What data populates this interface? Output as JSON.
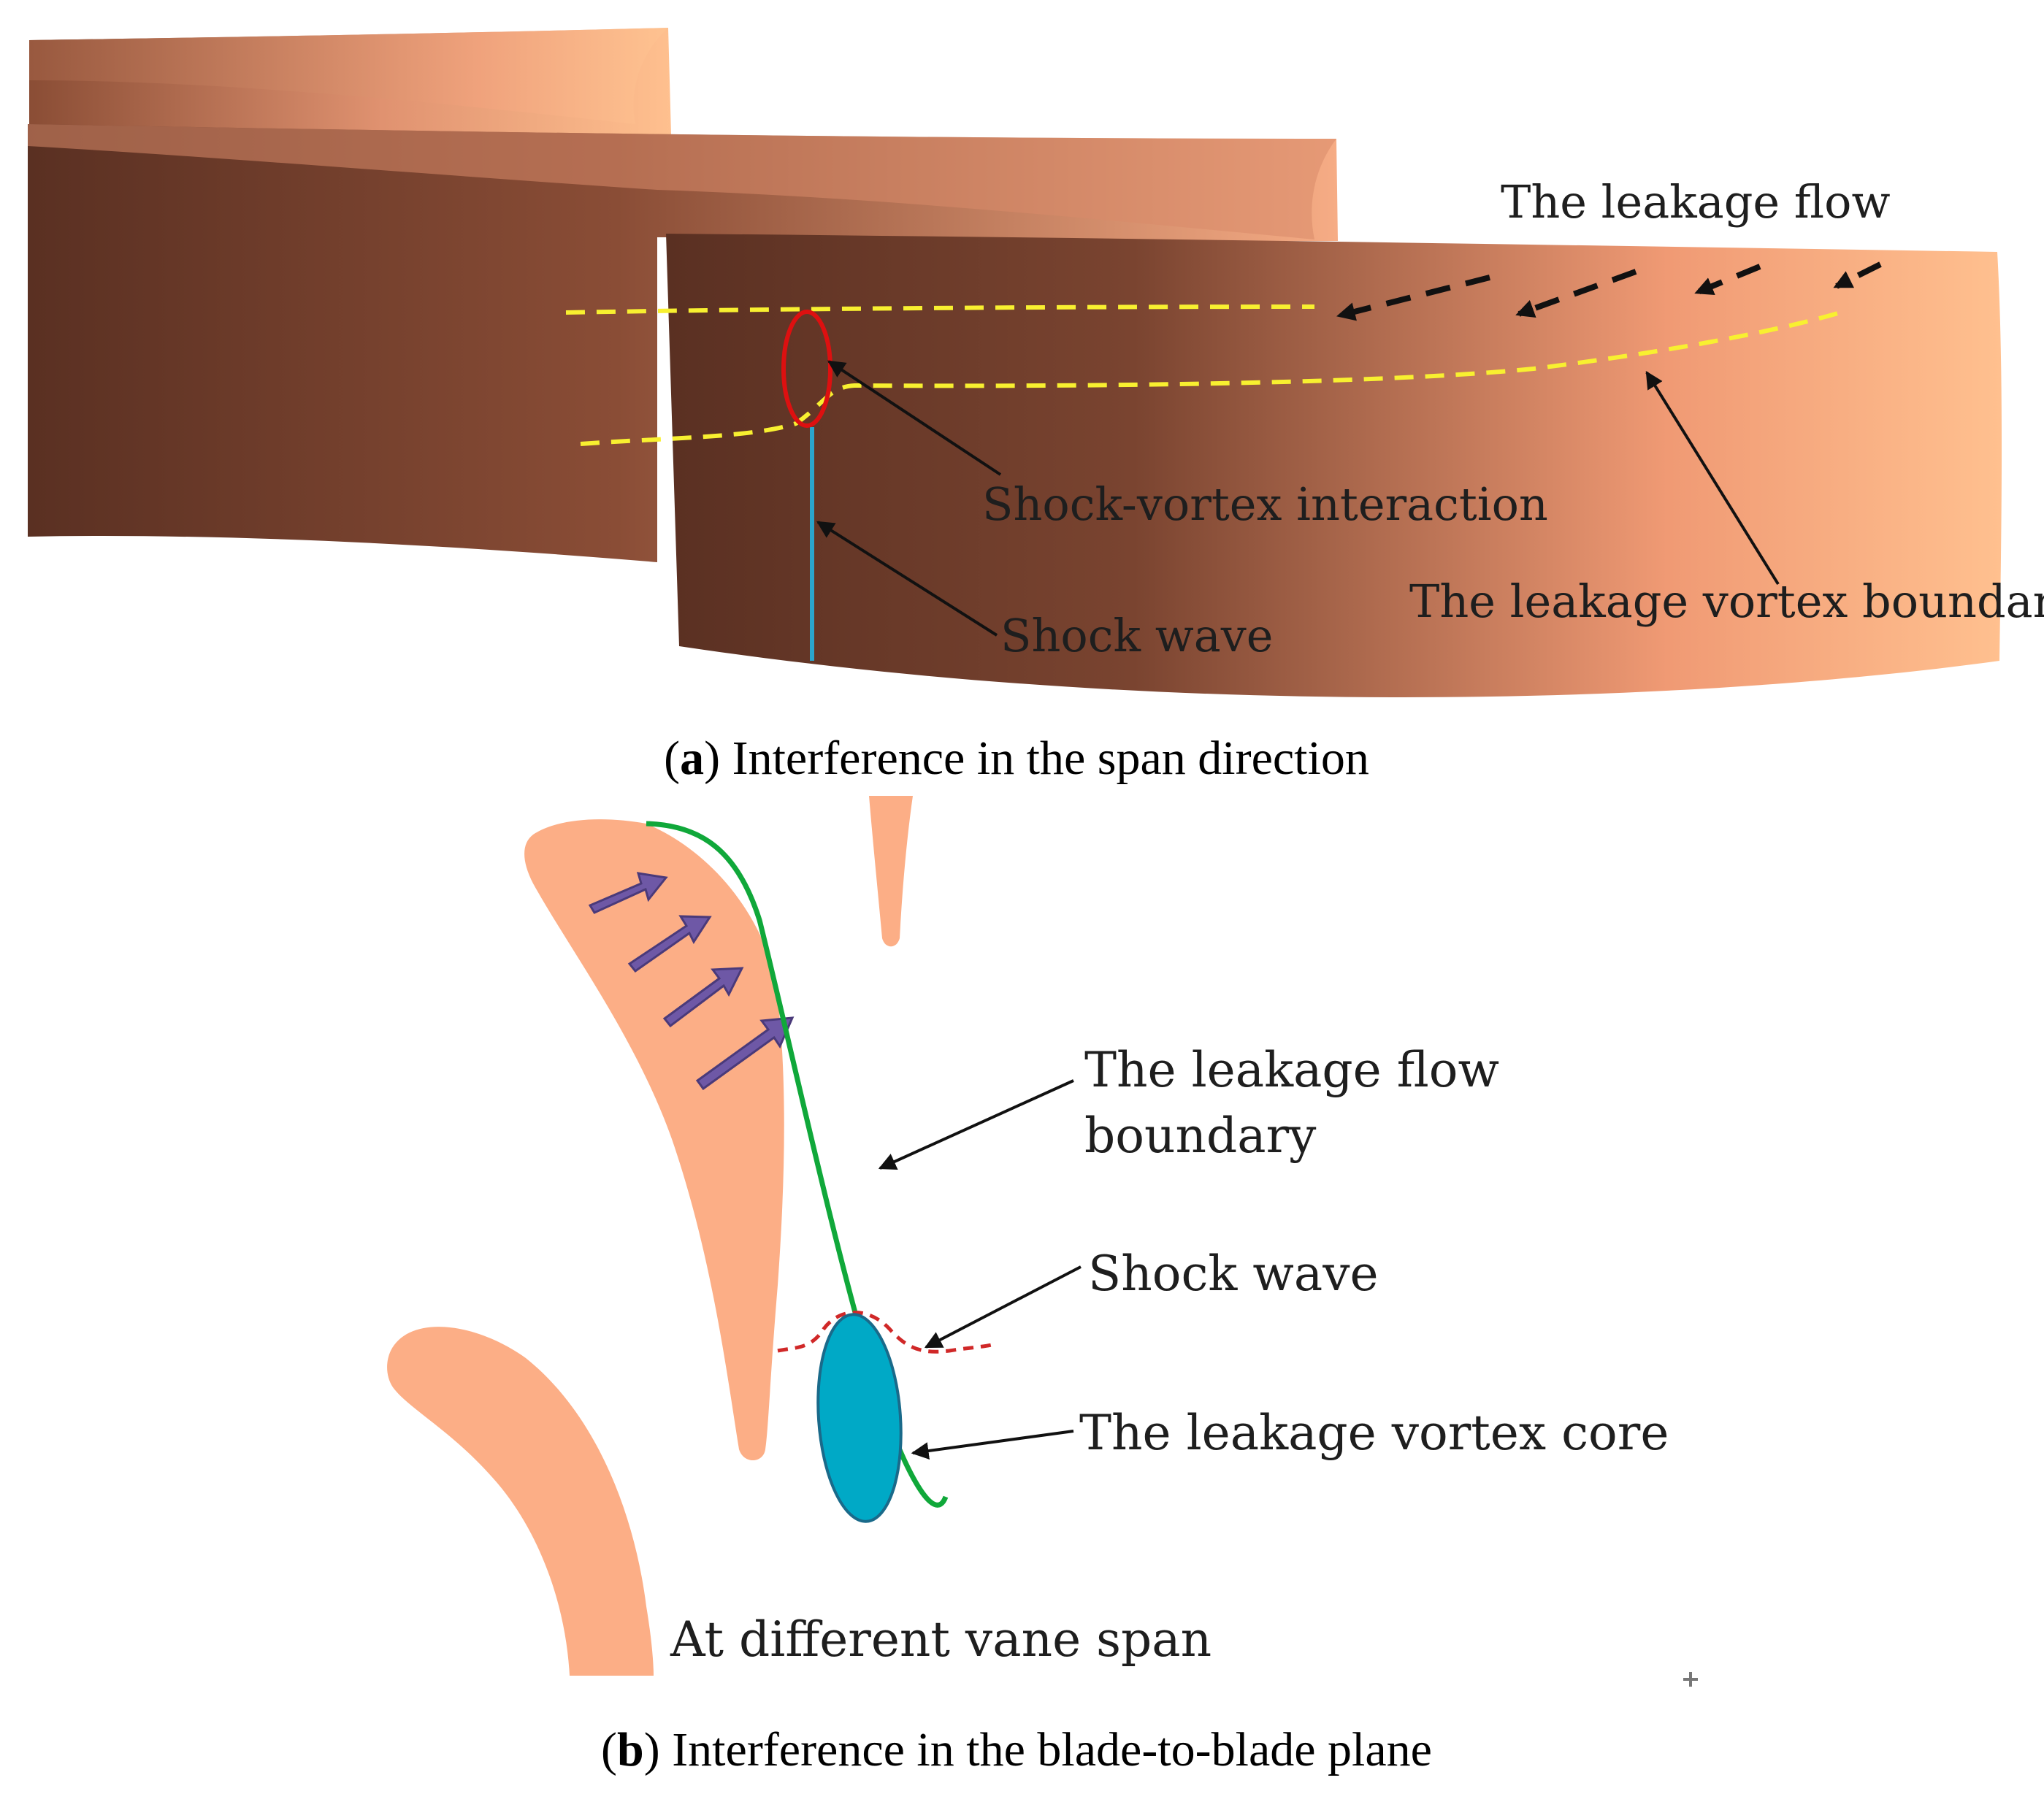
{
  "colors": {
    "blade_dark": "#5a3022",
    "blade_light": "#ffc08f",
    "blade_flat": "#fcae86",
    "leakage_boundary_yellow": "#f8f030",
    "shock_wave_cyan": "#2aa5cc",
    "interaction_ellipse_red": "#dd1010",
    "leakage_flow_arrows": "#111111",
    "leakage_flow_boundary_green": "#10a83a",
    "shock_wave_dashed_red": "#d02828",
    "vortex_core_teal": "#00a9c6",
    "vortex_core_outline": "#1a6a8a",
    "flow_arrows_purple": "#6e58a6"
  },
  "panel_a": {
    "labels": {
      "leakage_flow": "The leakage flow",
      "shock_vortex_interaction": "Shock-vortex interaction",
      "leakage_vortex_boundary": "The leakage vortex boundary",
      "shock_wave": "Shock wave"
    },
    "caption": {
      "letter": "a",
      "text": "Interference in the span direction"
    }
  },
  "panel_b": {
    "labels": {
      "leakage_flow_boundary_line1": "The leakage flow",
      "leakage_flow_boundary_line2": "boundary",
      "shock_wave": "Shock wave",
      "leakage_vortex_core": "The leakage vortex core",
      "vane_span_note": "At different vane span"
    },
    "caption": {
      "letter": "b",
      "text": "Interference in the blade-to-blade plane"
    }
  }
}
